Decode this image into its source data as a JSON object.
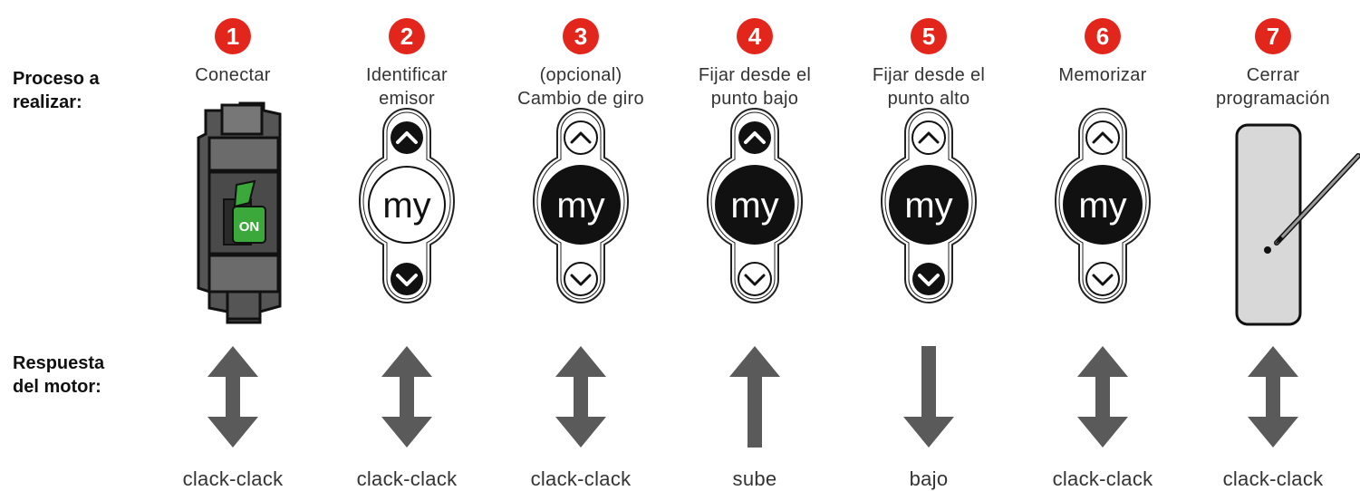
{
  "rows": {
    "process_label": [
      "Proceso a",
      "realizar:"
    ],
    "response_label": [
      "Respuesta",
      "del motor:"
    ]
  },
  "colors": {
    "badge": "#e3261b",
    "arrow": "#5a5a5a",
    "switch_green": "#3aa83a",
    "device_dark": "#111111"
  },
  "steps": [
    {
      "number": "1",
      "label": [
        "Conectar",
        ""
      ],
      "device": "power-switch-icon",
      "switch_text": "ON",
      "arrow": "up-down-arrow-icon",
      "response": "clack-clack"
    },
    {
      "number": "2",
      "label": [
        "Identificar",
        "emisor"
      ],
      "device": "remote-control-icon",
      "button_text": "my",
      "pressed": [
        "up",
        "down"
      ],
      "arrow": "up-down-arrow-icon",
      "response": "clack-clack"
    },
    {
      "number": "3",
      "label": [
        "(opcional)",
        "Cambio de giro"
      ],
      "device": "remote-control-icon",
      "button_text": "my",
      "pressed": [
        "my"
      ],
      "arrow": "up-down-arrow-icon",
      "response": "clack-clack"
    },
    {
      "number": "4",
      "label": [
        "Fijar desde el",
        "punto bajo"
      ],
      "device": "remote-control-icon",
      "button_text": "my",
      "pressed": [
        "up",
        "my"
      ],
      "arrow": "up-arrow-icon",
      "response": "sube"
    },
    {
      "number": "5",
      "label": [
        "Fijar desde el",
        "punto alto"
      ],
      "device": "remote-control-icon",
      "button_text": "my",
      "pressed": [
        "my",
        "down"
      ],
      "arrow": "down-arrow-icon",
      "response": "bajo"
    },
    {
      "number": "6",
      "label": [
        "Memorizar",
        ""
      ],
      "device": "remote-control-icon",
      "button_text": "my",
      "pressed": [
        "my"
      ],
      "arrow": "up-down-arrow-icon",
      "response": "clack-clack"
    },
    {
      "number": "7",
      "label": [
        "Cerrar",
        "programación"
      ],
      "device": "remote-back-pen-icon",
      "arrow": "up-down-arrow-icon",
      "response": "clack-clack"
    }
  ]
}
